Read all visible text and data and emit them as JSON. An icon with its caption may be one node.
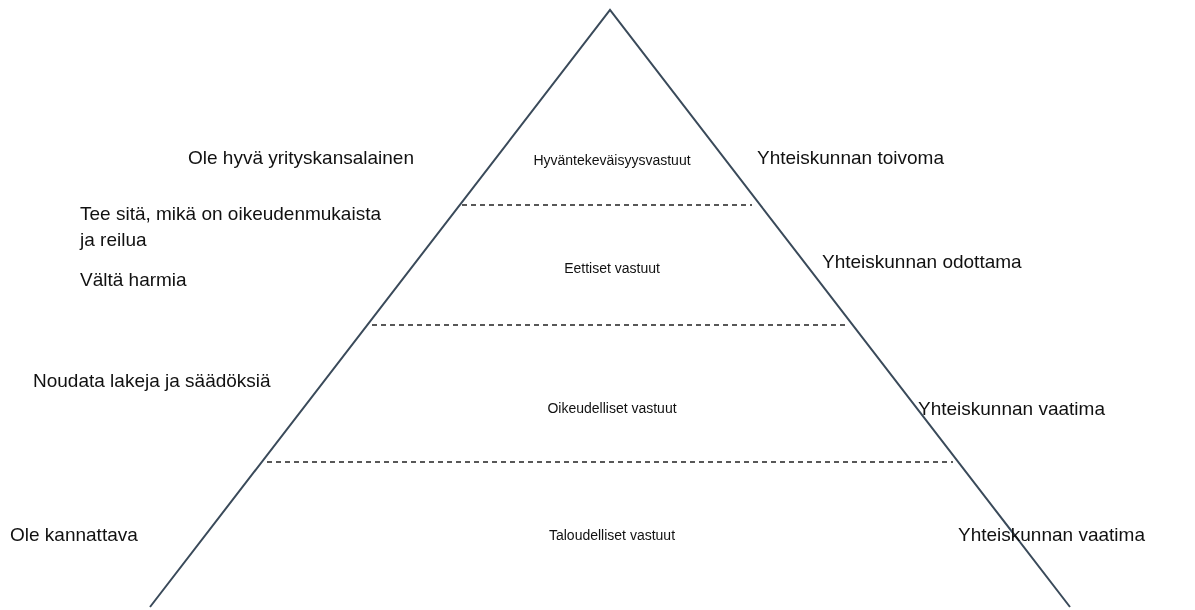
{
  "diagram": {
    "nodes": [
      {
        "text": [
          "Hyväntekeväisyysvastuut"
        ]
      },
      {
        "text": [
          "Eettiset vastuut"
        ]
      },
      {
        "text": [
          "Oikeudelliset vastuut"
        ]
      },
      {
        "text": [
          "Taloudelliset vastuut"
        ]
      }
    ],
    "edges": [],
    "labels": [
      "Ole hyvä yrityskansalainen",
      "Yhteiskunnan toivoma",
      "Tee sitä, mikä on oikeudenmukaista ja reilua",
      "Vältä harmia",
      "Yhteiskunnan odottama",
      "Noudata lakeja ja säädöksiä",
      "Yhteiskunnan vaatima",
      "Ole kannattava",
      "Yhteiskunnan vaatima"
    ]
  }
}
